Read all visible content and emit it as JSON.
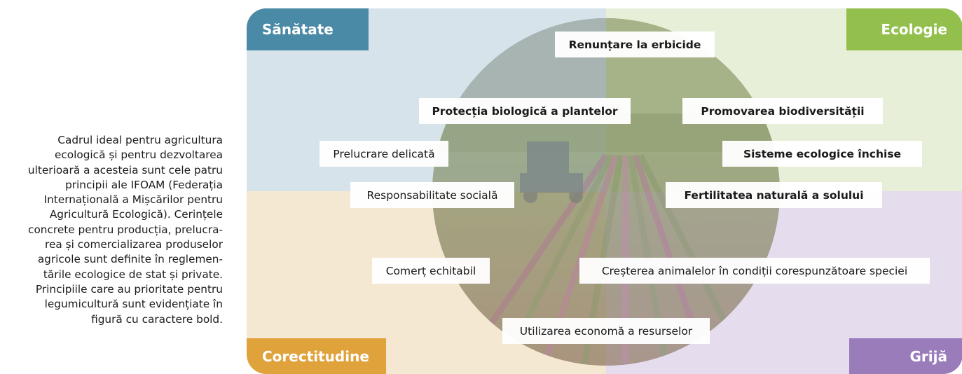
{
  "caption": "Cadrul ideal pentru agricultura ecologică și pentru dezvoltarea ulterioară a acesteia sunt cele patru principii ale IFOAM (Federația Internațională a Mișcărilor pentru Agricultură Ecologică). Cerințele concrete pentru producția, prelucra-rea și comercializarea produselor agricole sunt definite în reglemen-tările ecologice de stat și private. Principiile care au prioritate pentru legumicultură sunt evidențiate în figură cu caractere bold.",
  "caption_lines": [
    "Cadrul ideal pentru agricultura",
    "ecologică și pentru dezvoltarea",
    "ulterioară a acesteia sunt cele patru",
    "principii ale IFOAM (Federația",
    "Internațională a Mișcărilor pentru",
    "Agricultură Ecologică). Cerințele",
    "concrete pentru producția, prelucra-",
    "rea și comercializarea produselor",
    "agricole sunt definite în reglemen-",
    "tările ecologice de stat și private.",
    "Principiile care au prioritate pentru",
    "legumicultură sunt evidențiate în",
    "figură cu caractere bold."
  ],
  "principles": {
    "health": {
      "label": "Sănătate",
      "color": "#4a8aa6",
      "bg": "#d6e3ea"
    },
    "ecology": {
      "label": "Ecologie",
      "color": "#93c04c",
      "bg": "#e7efd9"
    },
    "fairness": {
      "label": "Corectitudine",
      "color": "#e0a23b",
      "bg": "#f5e8d3"
    },
    "care": {
      "label": "Grijă",
      "color": "#9a7cba",
      "bg": "#e5dced"
    }
  },
  "tags": {
    "renuntare": {
      "text": "Renunțare la erbicide",
      "bold": true
    },
    "protectia": {
      "text": "Protecția biologică a plantelor",
      "bold": true
    },
    "promovarea": {
      "text": "Promovarea biodiversității",
      "bold": true
    },
    "prelucrare": {
      "text": "Prelucrare delicată",
      "bold": false
    },
    "sisteme": {
      "text": "Sisteme ecologice închise",
      "bold": true
    },
    "responsabilitate": {
      "text": "Responsabilitate socială",
      "bold": false
    },
    "fertilitatea": {
      "text": "Fertilitatea naturală a solului",
      "bold": true
    },
    "comert": {
      "text": "Comerț echitabil",
      "bold": false
    },
    "cresterea": {
      "text": "Creșterea animalelor în condiții corespunzătoare speciei",
      "bold": false
    },
    "utilizarea": {
      "text": "Utilizarea economă a resurselor",
      "bold": false
    }
  },
  "photo_description_icon": "field-photo"
}
